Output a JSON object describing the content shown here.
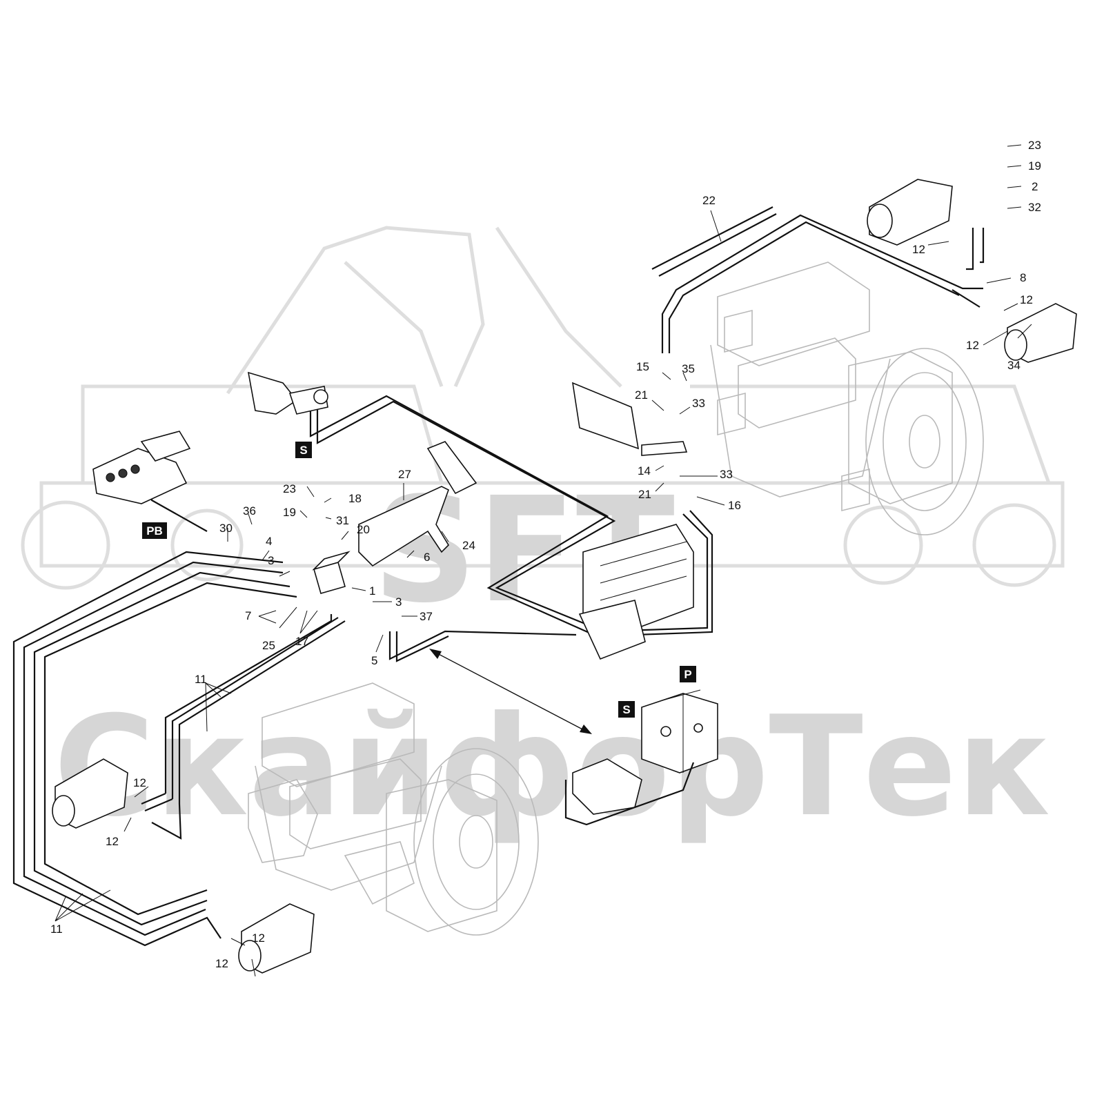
{
  "watermark": {
    "logo_letters": "SFT",
    "company": "СкайфорТек"
  },
  "tags": [
    {
      "id": "S"
    },
    {
      "id": "PB"
    },
    {
      "id": "P"
    },
    {
      "id": "S"
    }
  ],
  "callouts": [
    {
      "n": "23"
    },
    {
      "n": "19"
    },
    {
      "n": "2"
    },
    {
      "n": "32"
    },
    {
      "n": "22"
    },
    {
      "n": "12"
    },
    {
      "n": "8"
    },
    {
      "n": "12"
    },
    {
      "n": "12"
    },
    {
      "n": "34"
    },
    {
      "n": "15"
    },
    {
      "n": "35"
    },
    {
      "n": "21"
    },
    {
      "n": "33"
    },
    {
      "n": "14"
    },
    {
      "n": "33"
    },
    {
      "n": "21"
    },
    {
      "n": "16"
    },
    {
      "n": "27"
    },
    {
      "n": "23"
    },
    {
      "n": "18"
    },
    {
      "n": "19"
    },
    {
      "n": "31"
    },
    {
      "n": "36"
    },
    {
      "n": "30"
    },
    {
      "n": "4"
    },
    {
      "n": "20"
    },
    {
      "n": "24"
    },
    {
      "n": "3"
    },
    {
      "n": "6"
    },
    {
      "n": "1"
    },
    {
      "n": "3"
    },
    {
      "n": "7"
    },
    {
      "n": "37"
    },
    {
      "n": "25"
    },
    {
      "n": "17"
    },
    {
      "n": "5"
    },
    {
      "n": "11"
    },
    {
      "n": "12"
    },
    {
      "n": "12"
    },
    {
      "n": "12"
    },
    {
      "n": "12"
    },
    {
      "n": "11"
    }
  ]
}
